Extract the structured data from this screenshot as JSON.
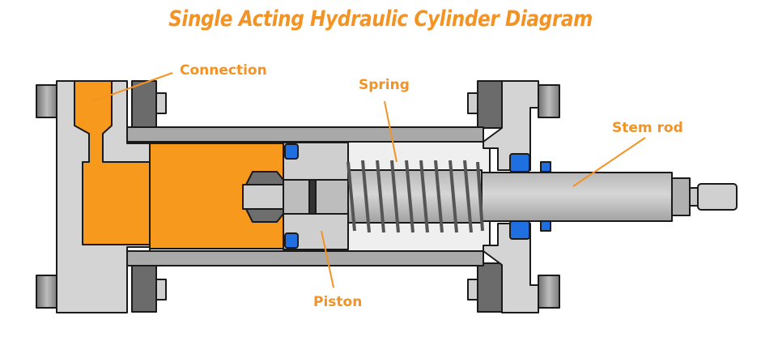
{
  "title": "Single Acting Hydraulic Cylinder Diagram",
  "colors": {
    "accent": "#f39323",
    "fluid": "#f7991c",
    "body": "#d4d4d4",
    "tube": "#a9a9a9",
    "bolt": "#6b6b6b",
    "seal": "#1f6fe0",
    "outline": "#1a1a1a"
  },
  "labels": {
    "connection": "Connection",
    "spring": "Spring",
    "stem_rod": "Stem rod",
    "piston": "Piston"
  }
}
